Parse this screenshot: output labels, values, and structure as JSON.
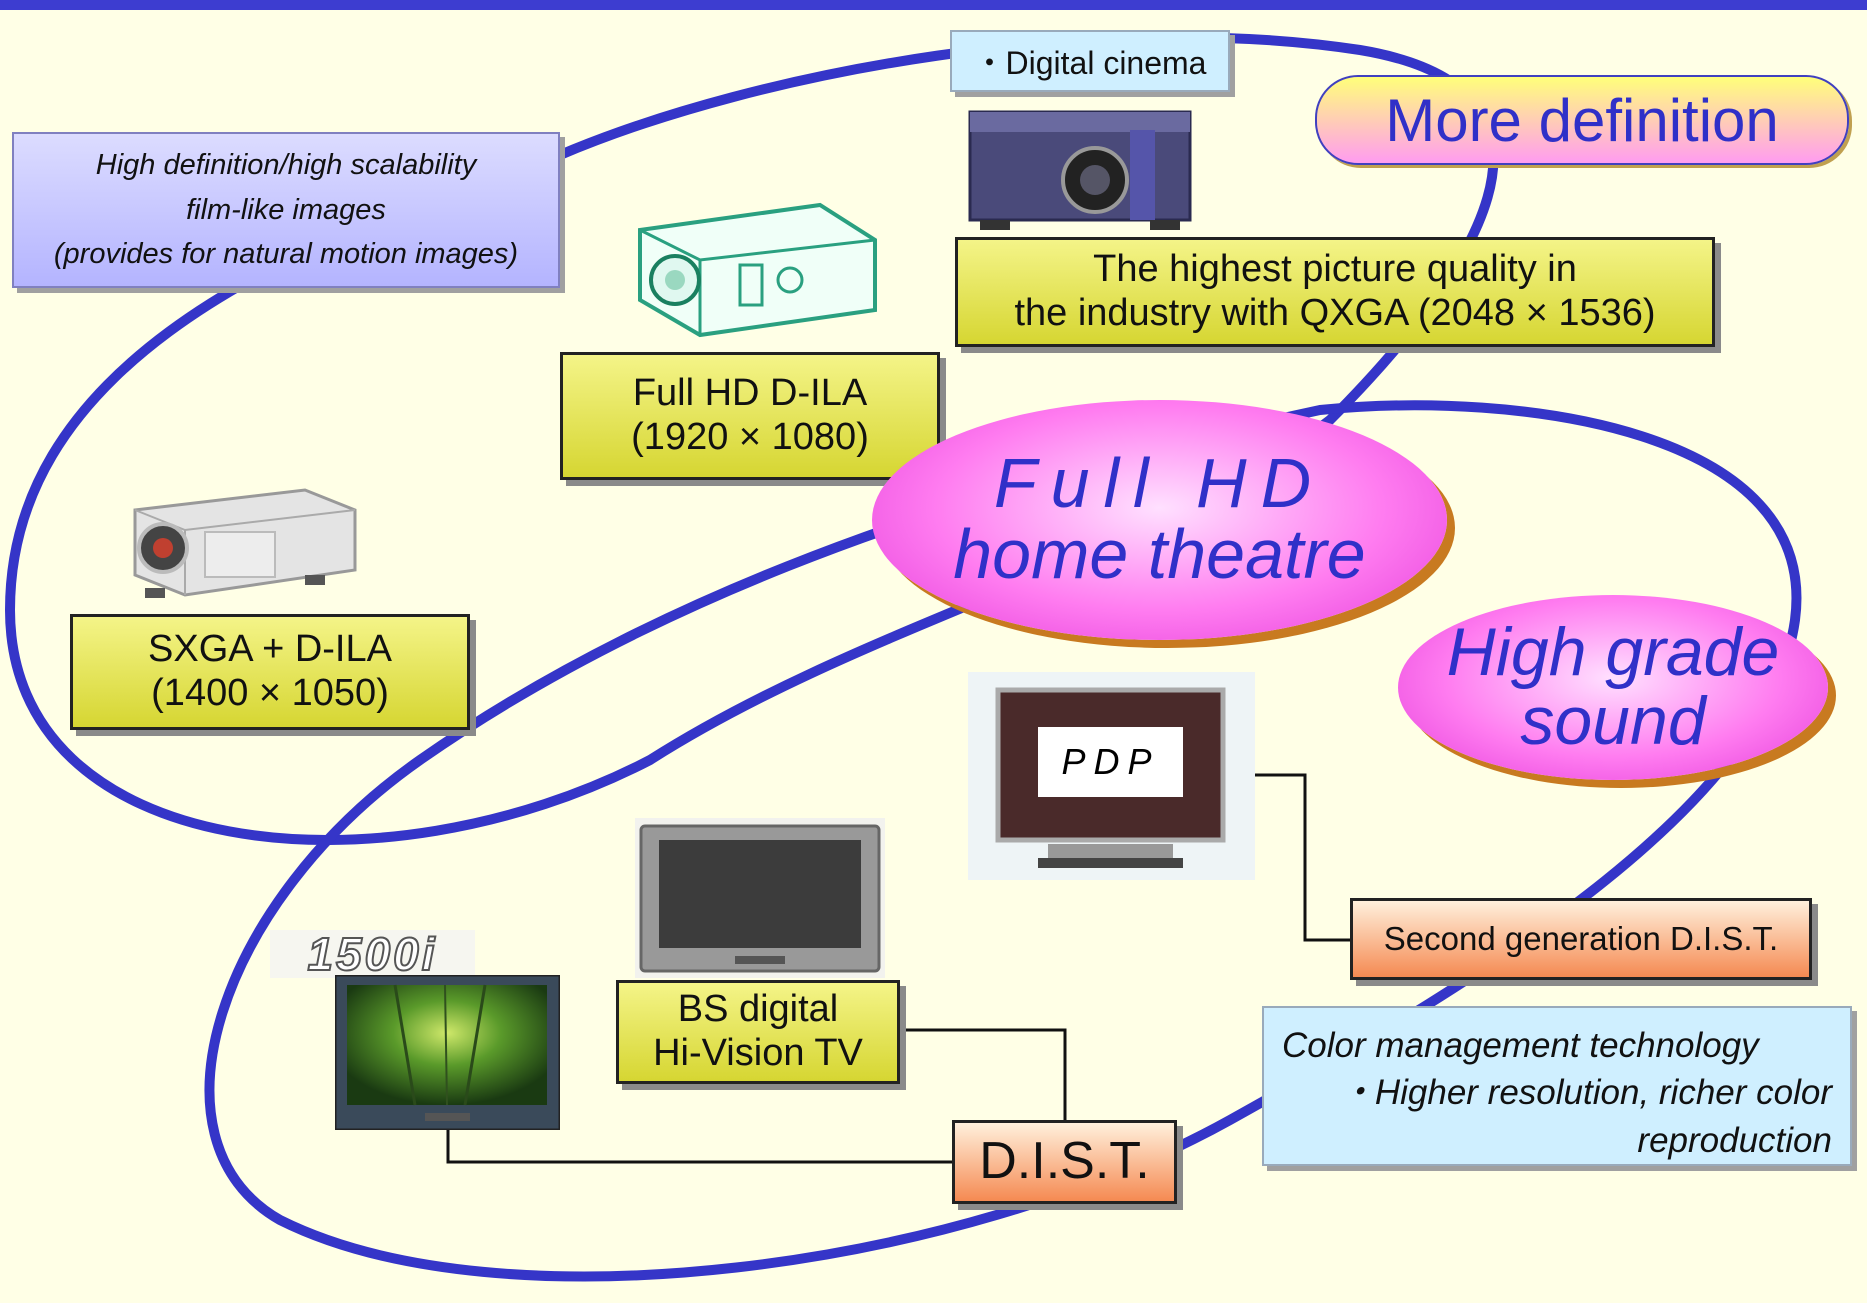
{
  "labels": {
    "digital_cinema": "・Digital cinema",
    "more_definition": "More definition",
    "qxga_line1": "The highest picture quality in",
    "qxga_line2": "the industry with QXGA (2048 × 1536)",
    "hd_note_line1": "High definition/high scalability",
    "hd_note_line2": "film-like images",
    "hd_note_line3": "(provides for natural motion  images)",
    "full_hd_dila_line1": "Full HD D-ILA",
    "full_hd_dila_line2": "(1920 × 1080)",
    "full_hd_theatre_line1": "Full HD",
    "full_hd_theatre_line2": "home theatre",
    "sxga_line1": "SXGA + D-ILA",
    "sxga_line2": "(1400 × 1050)",
    "high_grade_line1": "High grade",
    "high_grade_line2": "sound",
    "pdp": "PDP",
    "second_gen_dist": "Second generation D.I.S.T.",
    "bs_line1": "BS digital",
    "bs_line2": "Hi-Vision TV",
    "model_1500i": "1500i",
    "color_mgmt_line1": "Color management technology",
    "color_mgmt_line2": "・Higher resolution, richer  color",
    "color_mgmt_line3": "reproduction",
    "dist": "D.I.S.T."
  },
  "colors": {
    "ellipse_stroke": "#3535c8",
    "top_bar": "#3d3dd0",
    "background": "#ffffe6",
    "pill_text": "#3030c8"
  }
}
